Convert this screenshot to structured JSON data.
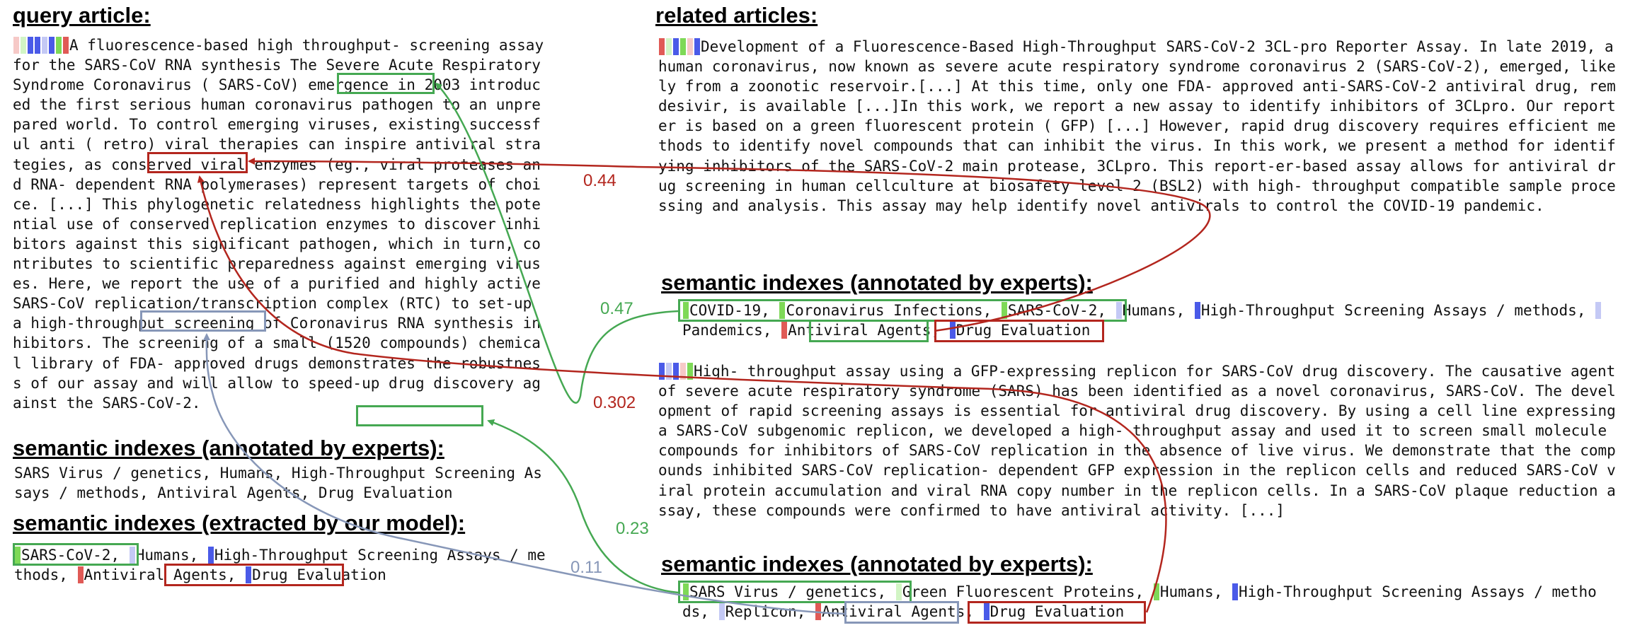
{
  "query": {
    "heading": "query article:",
    "text": "A fluorescence-based high throughput- screening assay for the SARS-CoV RNA synthesis The Severe Acute Respiratory Syndrome Coronavirus ( SARS-CoV) emergence in 2003 introduced the first serious human coronavirus pathogen to an unprepared world. To control emerging viruses, existing successful anti ( retro) viral therapies can inspire antiviral strategies, as conserved viral enzymes (eg., viral proteases and RNA- dependent RNA polymerases) represent targets of choice. [...] This phylogenetic relatedness highlights the potential use of conserved replication enzymes to discover inhibitors against this significant pathogen, which in turn, contributes to scientific preparedness against emerging viruses. Here, we report the use of a purified and highly active SARS-CoV replication/transcription complex (RTC) to set-up a high-throughput screening of Coronavirus RNA synthesis inhibitors. The screening of a small (1520 compounds) chemical library of FDA- approved drugs demonstrates the robustness of our assay and will allow to speed-up drug discovery against the SARS-CoV-2.",
    "expert_heading": "semantic indexes (annotated by experts):",
    "expert_text": "SARS Virus / genetics, Humans, High-Throughput Screening Assays / methods, Antiviral Agents, Drug Evaluation",
    "model_heading": "semantic indexes (extracted by our model):",
    "model_terms": [
      "SARS-CoV-2,",
      "Humans,",
      "High-Throughput Screening Assays / methods,",
      "Antiviral Agents,",
      "Drug Evaluation"
    ]
  },
  "related": {
    "heading": "related articles:",
    "article1": {
      "text": "Development of a Fluorescence-Based High-Throughput SARS-CoV-2 3CL-pro Reporter Assay. In late 2019, a human coronavirus, now known as severe acute respiratory syndrome coronavirus 2 (SARS-CoV-2), emerged, likely from a zoonotic reservoir.[...] At this time, only one FDA- approved anti-SARS-CoV-2 antiviral drug, remdesivir, is available [...]In this work, we report a new assay to identify inhibitors of 3CLpro. Our reporter is based on a green fluorescent protein ( GFP) [...] However, rapid drug discovery requires efficient methods to identify novel compounds that can inhibit the virus. In this work, we present a method for identifying inhibitors of the SARS-CoV-2 main protease, 3CLpro. This report-er-based assay allows for antiviral drug screening in human cellculture at biosafety level 2 (BSL2) with high- throughput compatible sample processing and analysis. This assay may help identify novel antivirals to control the COVID-19 pandemic.",
      "expert_heading": "semantic indexes (annotated by experts):",
      "expert_terms": [
        "COVID-19,",
        "Coronavirus Infections,",
        "SARS-CoV-2,",
        "Humans,",
        "High-Throughput Screening Assays / methods,",
        "Pandemics,",
        "Antiviral Agents,",
        "Drug Evaluation"
      ]
    },
    "article2": {
      "text": "High- throughput assay using a GFP-expressing replicon for SARS-CoV drug discovery. The causative agent of severe acute respiratory syndrome (SARS) has been identified as a novel coronavirus, SARS-CoV. The development of rapid screening assays is essential for antiviral drug discovery. By using a cell line expressing a SARS-CoV subgenomic replicon, we developed a high- throughput assay and used it to screen small molecule compounds for inhibitors of SARS-CoV replication in the absence of live virus. We demonstrate that the compounds inhibited SARS-CoV replication- dependent GFP expression in the replicon cells and reduced SARS-CoV viral protein accumulation and viral RNA copy number in the replicon cells. In a SARS-CoV plaque reduction assay, these compounds were confirmed to have antiviral activity. [...]",
      "expert_heading": "semantic indexes (annotated by experts):",
      "expert_terms": [
        "SARS Virus / genetics,",
        "Green Fluorescent Proteins,",
        "Humans,",
        "High-Throughput Screening Assays / methods,",
        "Replicon,",
        "Antiviral Agents,",
        "Drug Evaluation"
      ]
    }
  },
  "scores": {
    "s1": "0.44",
    "s2": "0.47",
    "s3": "0.302",
    "s4": "0.23",
    "s5": "0.11"
  },
  "colors": {
    "green": "#45a852",
    "red": "#b3261e",
    "slate": "#8797b8",
    "token_green": "#7ed957",
    "token_red": "#e05a56",
    "token_blue": "#4a5ae8"
  }
}
